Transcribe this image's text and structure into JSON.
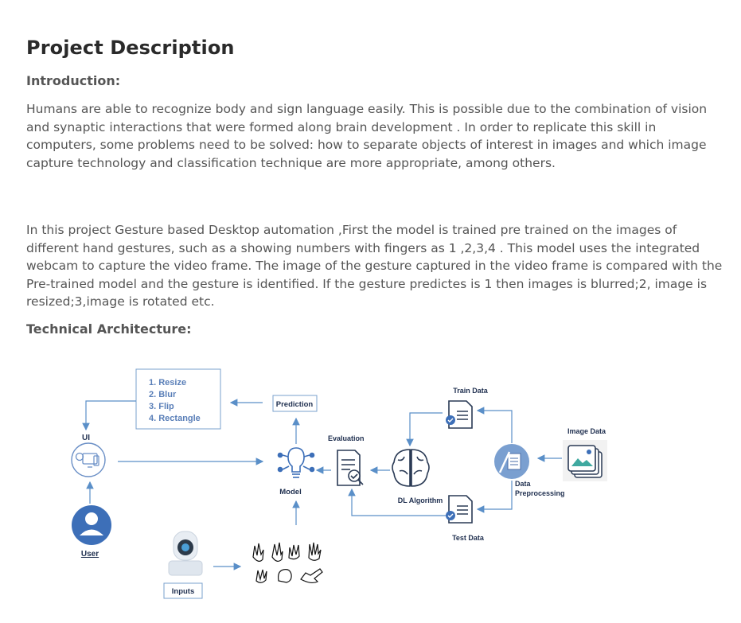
{
  "title": "Project Description",
  "introduction_heading": "Introduction:",
  "intro_paragraph": "Humans are able to recognize body and sign language easily. This is possible due to the combination of vision and synaptic interactions that were formed along brain development . In order to replicate this skill in computers, some problems need to be solved: how to separate objects of interest in images and which image capture technology and classification technique are more appropriate, among others.",
  "project_paragraph": "In this project Gesture based Desktop automation ,First the model is trained pre trained on the images of different hand gestures, such as a showing numbers with fingers as 1 ,2,3,4 . This model uses the integrated webcam to capture the video frame. The image of the gesture captured in the video frame is compared with  the Pre-trained model and the gesture is identified. If the gesture predictes is 1 then images is blurred;2, image is resized;3,image is rotated etc.",
  "architecture_heading": "Technical Architecture:",
  "diagram": {
    "actions": [
      "1. Resize",
      "2. Blur",
      "3. Flip",
      "4. Rectangle"
    ],
    "prediction": "Prediction",
    "ui": "UI",
    "user": "User",
    "inputs": "Inputs",
    "model": "Model",
    "evaluation": "Evaluation",
    "dl_algorithm": "DL Algorithm",
    "train_data": "Train Data",
    "test_data": "Test Data",
    "image_data": "Image Data",
    "data_preprocessing_line1": "Data",
    "data_preprocessing_line2": "Preprocessing",
    "colors": {
      "accent_blue": "#4a7fc1",
      "icon_blue": "#3d6fb8",
      "arrow": "#5a8fc8",
      "text_dark": "#1f2f4f"
    }
  }
}
